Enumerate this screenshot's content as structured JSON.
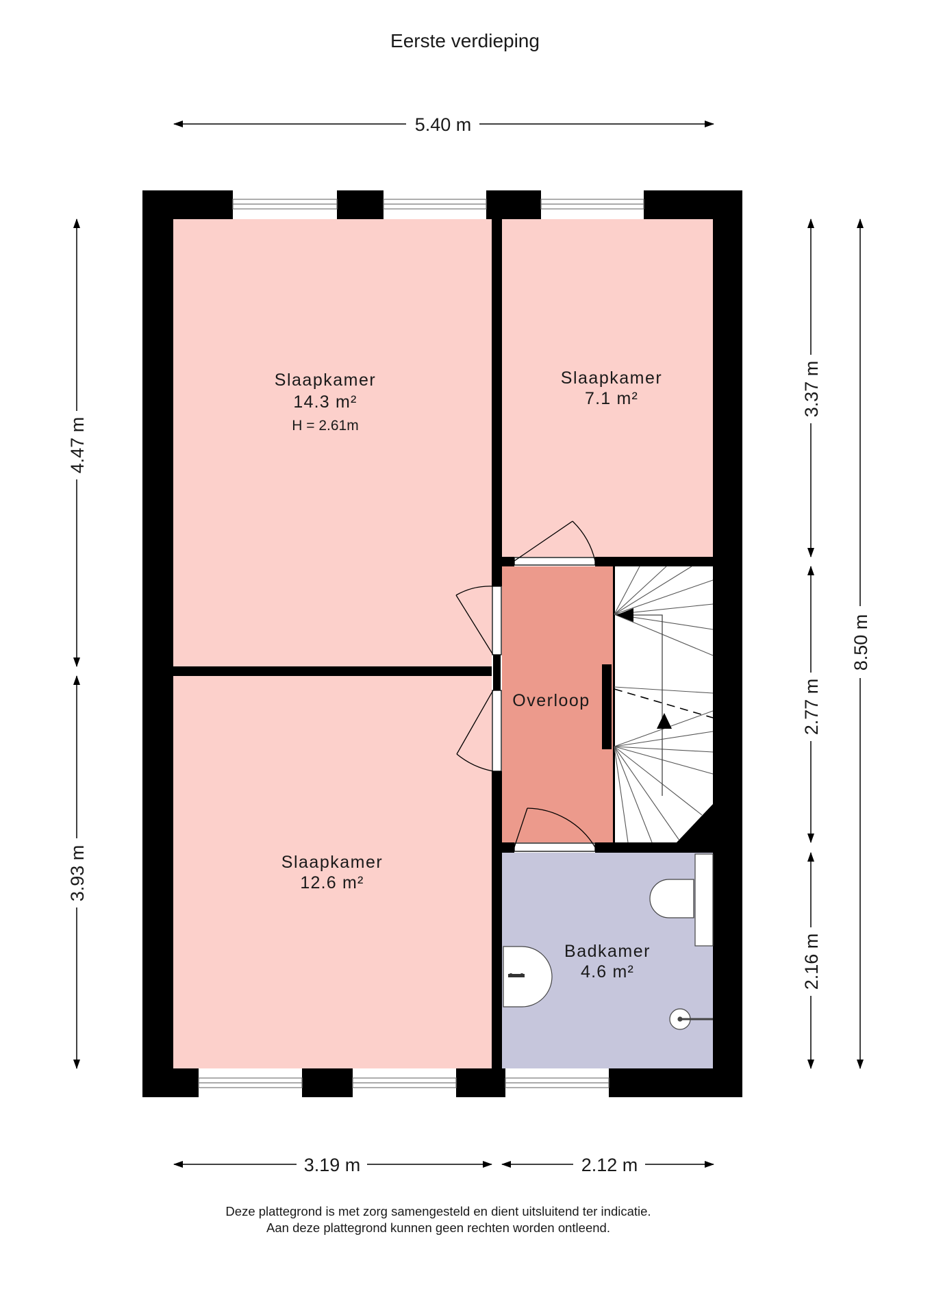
{
  "title": "Eerste verdieping",
  "dimensions": {
    "total_width": "5.40 m",
    "left_top": "4.47 m",
    "left_bottom": "3.93 m",
    "right_top": "3.37 m",
    "right_middle": "2.77 m",
    "right_bottom": "2.16 m",
    "total_height": "8.50 m",
    "bottom_left": "3.19 m",
    "bottom_right": "2.12 m"
  },
  "rooms": [
    {
      "id": "slaapkamer-1",
      "name": "Slaapkamer",
      "area": "14.3 m²",
      "height": "H = 2.61m"
    },
    {
      "id": "slaapkamer-2",
      "name": "Slaapkamer",
      "area": "7.1 m²"
    },
    {
      "id": "slaapkamer-3",
      "name": "Slaapkamer",
      "area": "12.6 m²"
    },
    {
      "id": "overloop",
      "name": "Overloop"
    },
    {
      "id": "badkamer",
      "name": "Badkamer",
      "area": "4.6 m²"
    }
  ],
  "colors": {
    "bedroom": "#fcd0cb",
    "landing": "#ec9a8c",
    "bathroom": "#c6c6dc",
    "wall": "#000000"
  },
  "disclaimer": {
    "line1": "Deze plattegrond is met zorg samengesteld en dient uitsluitend ter indicatie.",
    "line2": "Aan deze plattegrond kunnen geen rechten worden ontleend."
  }
}
